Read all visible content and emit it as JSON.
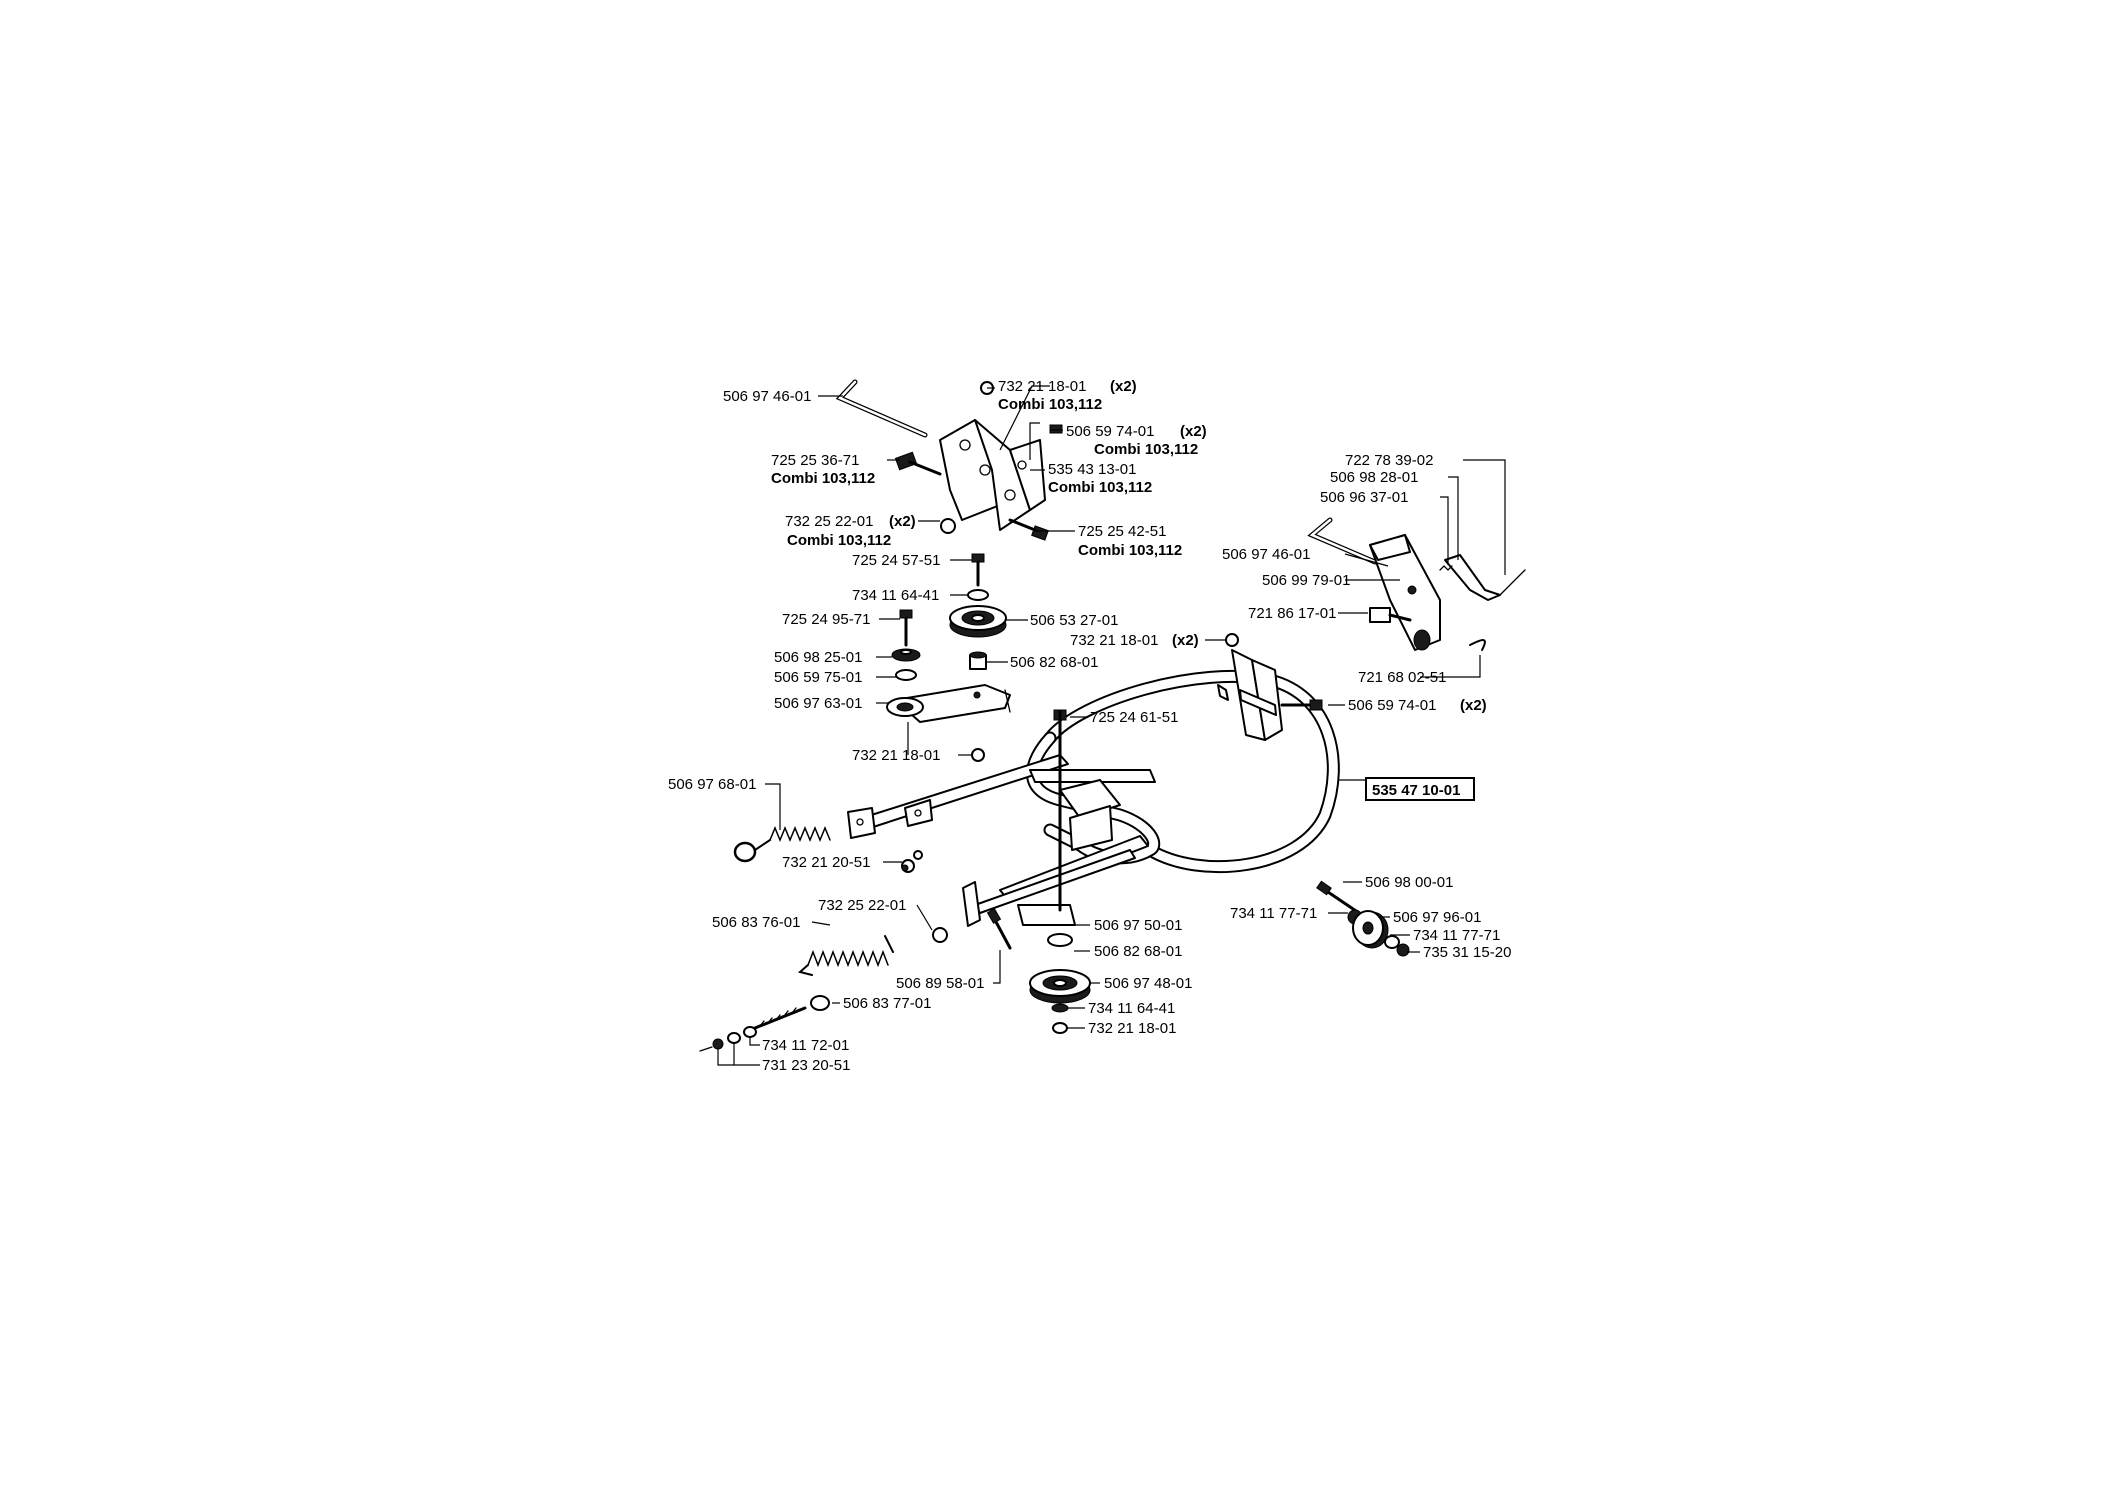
{
  "labels": {
    "p506974601_a": "506 97 46-01",
    "p732211801_top": "732 21 18-01",
    "x2": "(x2)",
    "combi": "Combi 103,112",
    "p506597401_top": "506 59 74-01",
    "p725253671": "725 25 36-71",
    "p535431301": "535 43 13-01",
    "p732252201_top": "732 25 22-01",
    "p725254251": "725 25 42-51",
    "p725245751": "725 24 57-51",
    "p734116441_top": "734 11 64-41",
    "p506532701": "506 53 27-01",
    "p725249571": "725 24 95-71",
    "p506982501": "506 98 25-01",
    "p506826801_top": "506 82 68-01",
    "p506597501": "506 59 75-01",
    "p506976301": "506 97 63-01",
    "p732211801_mid": "732 21 18-01",
    "p725246151": "725 24 61-51",
    "p506976801": "506 97 68-01",
    "p535471001": "535 47 10-01",
    "p732212051": "732 21 20-51",
    "p722783902": "722 78 39-02",
    "p506982801": "506 98 28-01",
    "p506963701": "506 96 37-01",
    "p506974601_b": "506 97 46-01",
    "p506997901": "506 99 79-01",
    "p721861701": "721 86 17-01",
    "p732211801_right": "732 21 18-01",
    "p721680251": "721 68 02-51",
    "p506597401_right": "506 59 74-01",
    "p732252201_bot": "732 25 22-01",
    "p506837601": "506 83 76-01",
    "p506975001": "506 97 50-01",
    "p506826801_bot": "506 82 68-01",
    "p506895801": "506 89 58-01",
    "p506974801": "506 97 48-01",
    "p506837701": "506 83 77-01",
    "p734116441_bot": "734 11 64-41",
    "p732211801_bot": "732 21 18-01",
    "p734117201": "734 11 72-01",
    "p731232051": "731 23 20-51",
    "p506980001": "506 98 00-01",
    "p734117771_a": "734 11 77-71",
    "p506979601": "506 97 96-01",
    "p734117771_b": "734 11 77-71",
    "p735311520": "735 31 15-20"
  }
}
